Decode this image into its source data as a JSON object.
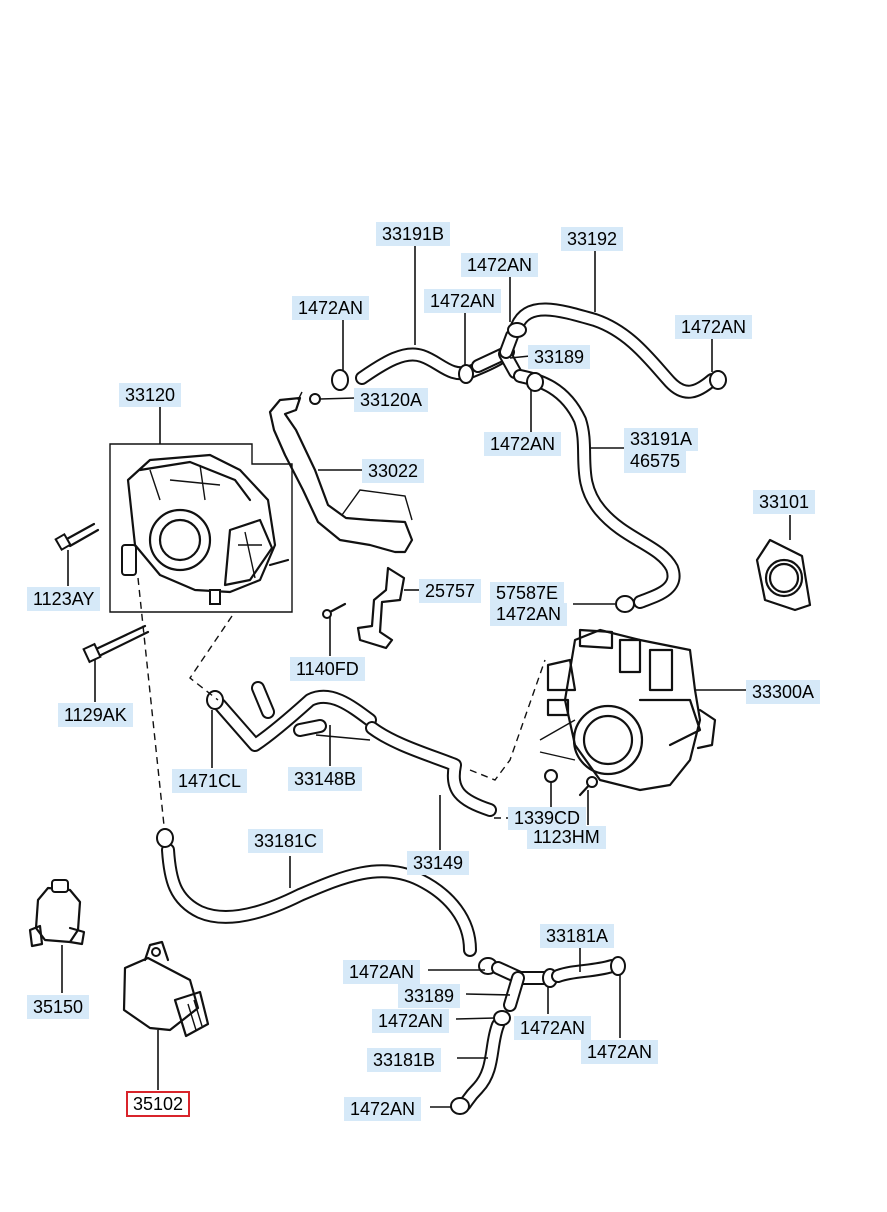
{
  "labels": {
    "p33191B": "33191B",
    "p33192": "33192",
    "p1472AN_a": "1472AN",
    "p1472AN_b": "1472AN",
    "p1472AN_c": "1472AN",
    "p1472AN_d": "1472AN",
    "p33189_top": "33189",
    "p1472AN_e": "1472AN",
    "p33120A": "33120A",
    "p33191A": "33191A",
    "p46575": "46575",
    "p33120": "33120",
    "p33022": "33022",
    "p33101": "33101",
    "p1123AY": "1123AY",
    "p25757": "25757",
    "p57587E": "57587E",
    "p1472AN_f": "1472AN",
    "p1140FD": "1140FD",
    "p33300A": "33300A",
    "p1129AK": "1129AK",
    "p1471CL": "1471CL",
    "p33148B": "33148B",
    "p1339CD": "1339CD",
    "p1123HM": "1123HM",
    "p33181C": "33181C",
    "p33149": "33149",
    "p33181A": "33181A",
    "p1472AN_g": "1472AN",
    "p33189_bot": "33189",
    "p35150": "35150",
    "p1472AN_h": "1472AN",
    "p1472AN_i": "1472AN",
    "p1472AN_j": "1472AN",
    "p33181B": "33181B",
    "p35102": "35102",
    "p1472AN_k": "1472AN"
  },
  "selected_part": "35102",
  "colors": {
    "label_bg": "#d6e9f8",
    "selected_border": "#d9242b",
    "line": "#111111"
  }
}
